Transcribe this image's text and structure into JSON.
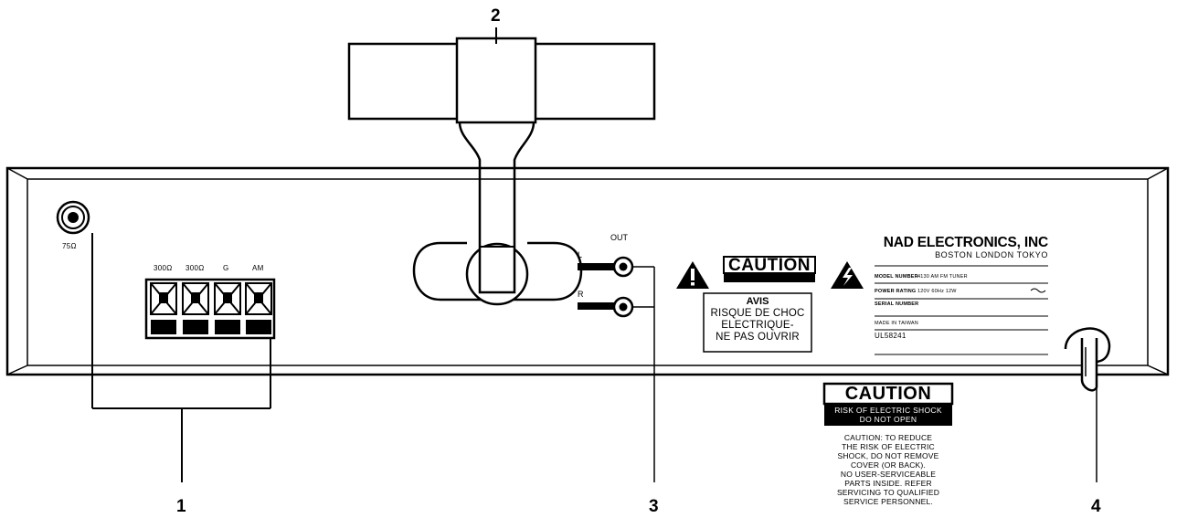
{
  "callouts": {
    "c1": "1",
    "c2": "2",
    "c3": "3",
    "c4": "4"
  },
  "antenna_terminals": {
    "coax_label": "75Ω",
    "labels": [
      "300Ω",
      "300Ω",
      "G",
      "AM"
    ]
  },
  "outputs": {
    "out_label": "OUT",
    "left_label": "L",
    "right_label": "R"
  },
  "caution_panel_label": {
    "title": "CAUTION",
    "avis_title": "AVIS",
    "avis_lines": [
      "RISQUE DE CHOC",
      "ELECTRIQUE-",
      "NE PAS OUVRIR"
    ]
  },
  "nameplate": {
    "brand": "NAD ELECTRONICS, INC",
    "cities": "BOSTON LONDON TOKYO",
    "model_label": "MODEL NUMBER",
    "model_value": "4130 AM FM TUNER",
    "power_label": "POWER RATING",
    "power_value": "120V 60Hz 12W",
    "serial_label": "SERIAL NUMBER",
    "made_in": "MADE IN TAIWAN",
    "code": "UL58241"
  },
  "caution_notice": {
    "title": "CAUTION",
    "sub1": "RISK OF ELECTRIC SHOCK",
    "sub2": "DO NOT OPEN",
    "lines": [
      "CAUTION: TO REDUCE",
      "THE RISK OF ELECTRIC",
      "SHOCK, DO NOT REMOVE",
      "COVER (OR BACK).",
      "NO USER-SERVICEABLE",
      "PARTS INSIDE. REFER",
      "SERVICING TO QUALIFIED",
      "SERVICE PERSONNEL."
    ]
  },
  "colors": {
    "ink": "#000000",
    "paper": "#ffffff"
  }
}
